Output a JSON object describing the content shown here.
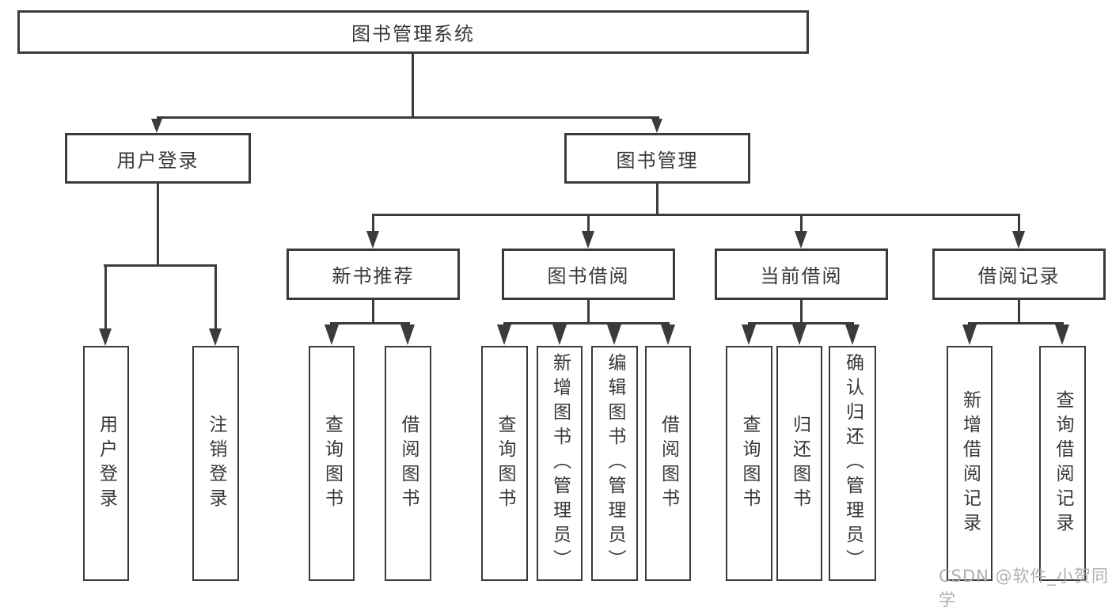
{
  "colors": {
    "line": "#3b3b3b",
    "text": "#383838",
    "box_fill": "#ffffff",
    "background": "#ffffff",
    "watermark": "#a6a6a6"
  },
  "watermark": {
    "text": "CSDN @软件_小贺同学"
  },
  "diagram": {
    "type": "function-structure-tree",
    "root": {
      "label": "图书管理系统"
    },
    "children": [
      {
        "label": "用户登录",
        "children": [
          {
            "label": "用户登录"
          },
          {
            "label": "注销登录"
          }
        ]
      },
      {
        "label": "图书管理",
        "children": [
          {
            "label": "新书推荐",
            "children": [
              {
                "label": "查询图书"
              },
              {
                "label": "借阅图书"
              }
            ]
          },
          {
            "label": "图书借阅",
            "children": [
              {
                "label": "查询图书"
              },
              {
                "label": "新增图书（管理员）"
              },
              {
                "label": "编辑图书（管理员）"
              },
              {
                "label": "借阅图书"
              }
            ]
          },
          {
            "label": "当前借阅",
            "children": [
              {
                "label": "查询图书"
              },
              {
                "label": "归还图书"
              },
              {
                "label": "确认归还（管理员）"
              }
            ]
          },
          {
            "label": "借阅记录",
            "children": [
              {
                "label": "新增借阅记录"
              },
              {
                "label": "查询借阅记录"
              }
            ]
          }
        ]
      }
    ]
  }
}
